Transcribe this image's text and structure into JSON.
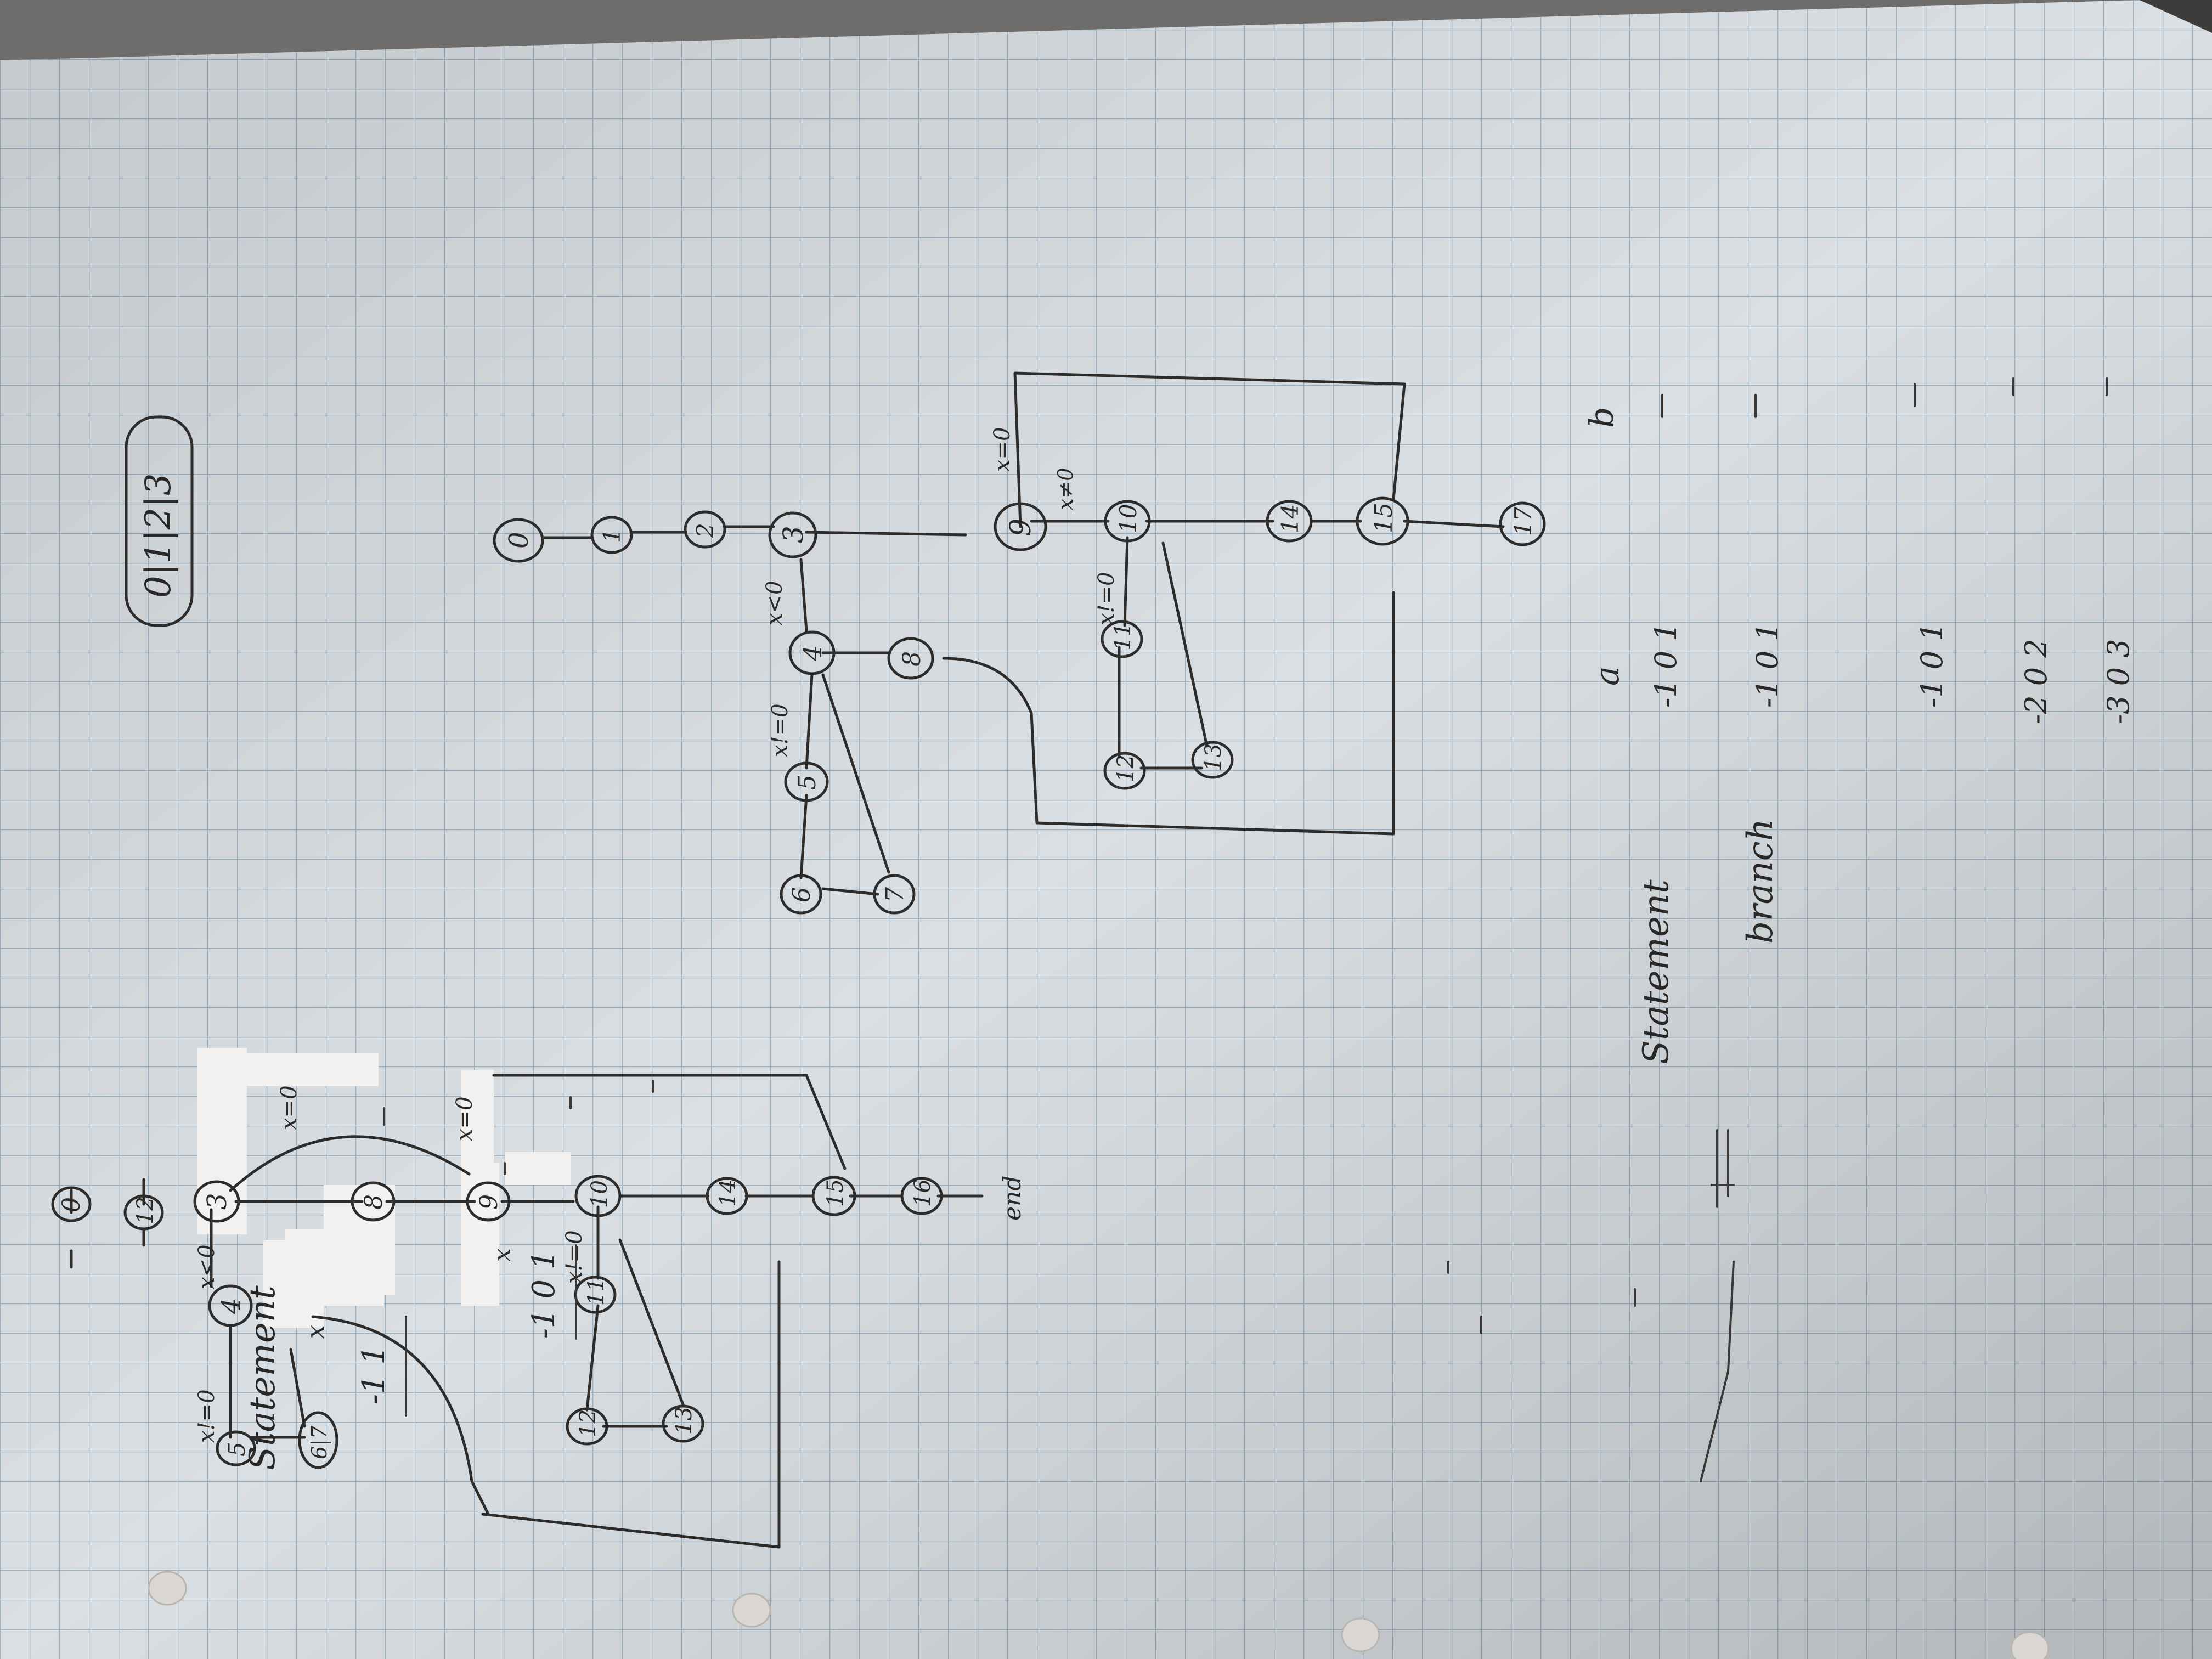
{
  "top_tag": "0|1|2|3",
  "left_graph": {
    "nodes": [
      "0",
      "12",
      "3",
      "4",
      "5",
      "6|7",
      "8",
      "9",
      "10",
      "11",
      "12",
      "13",
      "14",
      "15",
      "16"
    ],
    "edge_labels": {
      "x_lt_0": "x<0",
      "x_assign_a": "x!=0",
      "x_eq_0_top": "x=0",
      "x_eq_0_mid": "x=0",
      "x_assign_b": "x!=0"
    },
    "end_label": "end"
  },
  "right_graph": {
    "nodes": [
      "0",
      "1",
      "2",
      "3",
      "4",
      "5",
      "6",
      "7",
      "8",
      "9",
      "10",
      "11",
      "12",
      "13",
      "14",
      "15",
      "17"
    ],
    "edge_labels": {
      "x_lt_0": "x<0",
      "x_assign_a": "x!=0",
      "x_eq_0": "x=0",
      "x_neq_0": "x≠0",
      "x_assign_b": "x!=0"
    }
  },
  "notes": {
    "statement_left": "Statement",
    "x_label_a": "x",
    "x_label_b": "x",
    "row_a": "-1 1",
    "row_b": "-1 0 1",
    "statement_right": "Statement",
    "branch": "branch",
    "col_a": "a",
    "col_b": "b",
    "r1": "-1 0 1",
    "r2": "-1 0 1",
    "r3": "-1 0 1",
    "r4": "-2 0 2",
    "r5": "-3 0 3"
  }
}
